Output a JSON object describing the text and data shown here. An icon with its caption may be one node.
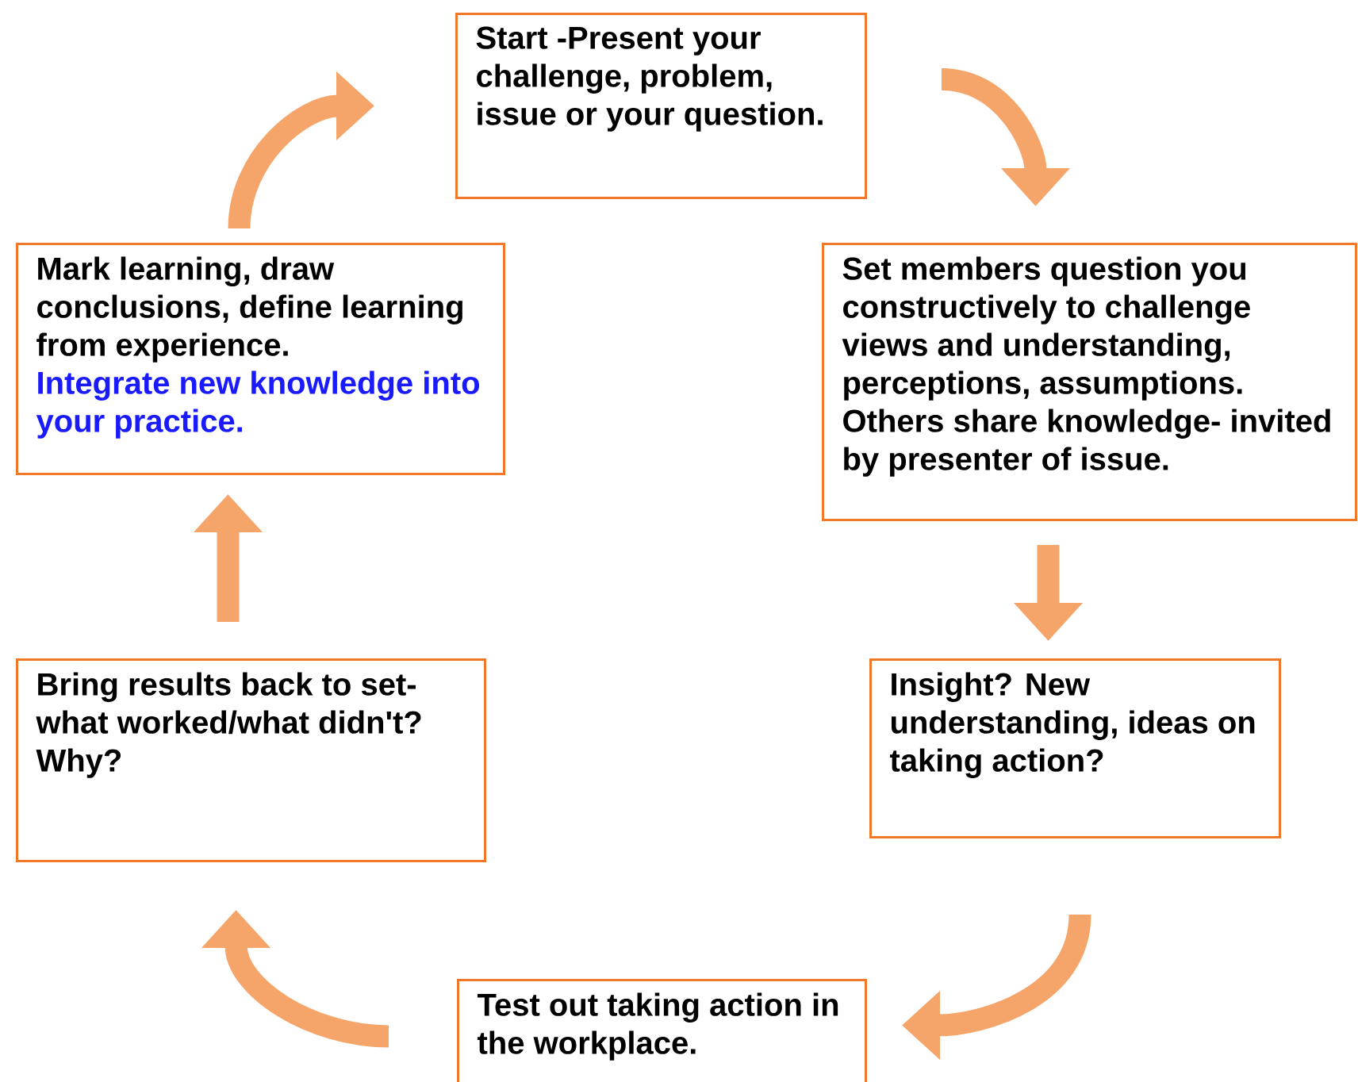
{
  "diagram": {
    "nodes": [
      {
        "text": [
          "Start -Present your challenge, problem, issue or your question."
        ]
      },
      {
        "text": [
          "Set members question you constructively to challenge views and understanding, perceptions, assumptions. Others share knowledge- invited by presenter of issue."
        ]
      },
      {
        "text": [
          "Insight? New understanding, ideas on taking action?"
        ]
      },
      {
        "text": [
          "Test out taking action in the workplace."
        ]
      },
      {
        "text": [
          "Bring results back to set- what worked/what didn't? Why?"
        ]
      },
      {
        "text": [
          "Mark learning, draw conclusions, define learning from experience.",
          "Integrate new knowledge into your practice."
        ]
      }
    ],
    "edges": [
      {
        "from": 0,
        "to": 1,
        "arrow": "to"
      },
      {
        "from": 1,
        "to": 2,
        "arrow": "to"
      },
      {
        "from": 2,
        "to": 3,
        "arrow": "to"
      },
      {
        "from": 3,
        "to": 4,
        "arrow": "to"
      },
      {
        "from": 4,
        "to": 5,
        "arrow": "to"
      },
      {
        "from": 5,
        "to": 0,
        "arrow": "to"
      }
    ]
  }
}
